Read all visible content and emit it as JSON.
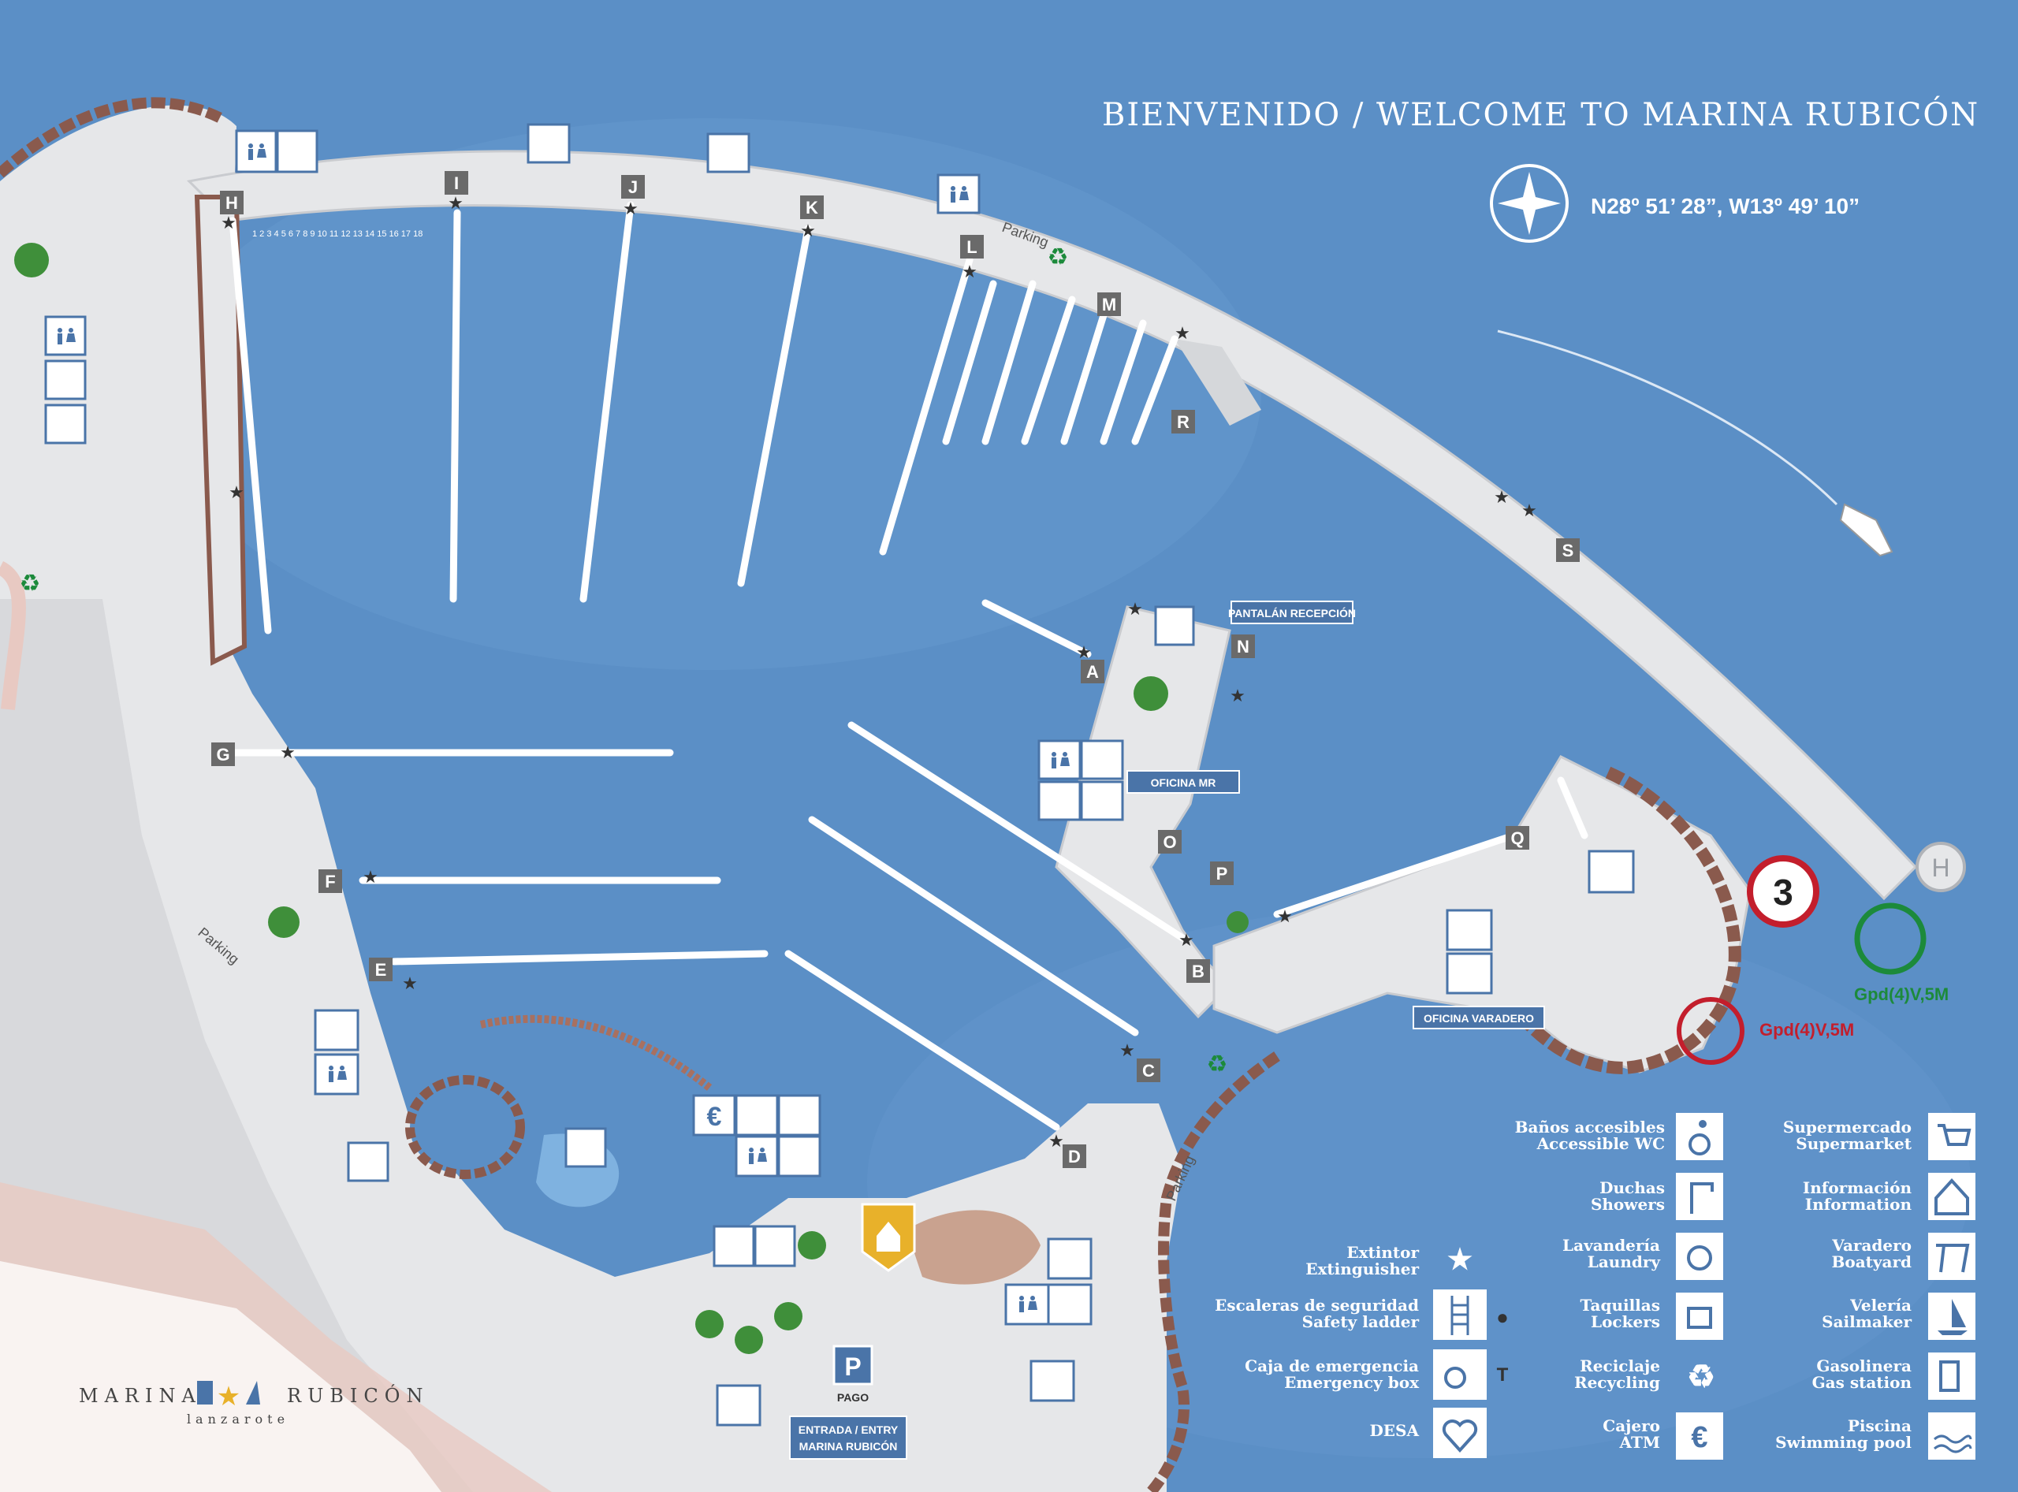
{
  "title": "BIENVENIDO / WELCOME TO MARINA RUBICÓN",
  "coordinates": "N28º 51’ 28”, W13º 49’ 10”",
  "colors": {
    "sea": "#5b8fc6",
    "sea_dark": "#4f83bd",
    "land": "#e6e7e9",
    "land_mid": "#d5d7da",
    "rock": "#8a5a4d",
    "sand": "#e8c9c2",
    "marker_bg": "#6a6a6a",
    "icon_blue": "#4a74a8",
    "red": "#c31e2c",
    "green": "#1c8a3b",
    "office": "#e8b12a"
  },
  "pier_letters": [
    "A",
    "B",
    "C",
    "D",
    "E",
    "F",
    "G",
    "H",
    "I",
    "J",
    "K",
    "L",
    "M",
    "N",
    "O",
    "P",
    "Q",
    "R",
    "S"
  ],
  "labels": {
    "parking": "Parking",
    "pantalan_recepcion": "PANTALÁN RECEPCIÓN",
    "oficina_mr": "OFICINA MR",
    "oficina_varadero": "OFICINA VARADERO",
    "pago": "PAGO",
    "entrada_line1": "ENTRADA / ENTRY",
    "entrada_line2": "MARINA RUBICÓN",
    "helipad": "H",
    "parking_sign": "P",
    "euro": "€"
  },
  "navigation": {
    "buoy_number": "3",
    "red_light": "Gpd(4)V,5M",
    "green_light": "Gpd(4)V,5M"
  },
  "logo": {
    "left": "MARINA",
    "right": "RUBICÓN",
    "sub": "lanzarote"
  },
  "legend": [
    {
      "line1": "Baños accesibles",
      "line2": "Accessible WC",
      "icon": "wheelchair-icon"
    },
    {
      "line1": "Supermercado",
      "line2": "Supermarket",
      "icon": "cart-icon"
    },
    {
      "line1": "Duchas",
      "line2": "Showers",
      "icon": "shower-icon"
    },
    {
      "line1": "Información",
      "line2": "Information",
      "icon": "info-house-icon"
    },
    {
      "line1": "Extintor",
      "line2": "Extinguisher",
      "icon": "star-icon"
    },
    {
      "line1": "Lavandería",
      "line2": "Laundry",
      "icon": "washing-machine-icon"
    },
    {
      "line1": "Varadero",
      "line2": "Boatyard",
      "icon": "travel-lift-icon"
    },
    {
      "line1": "Escaleras de seguridad",
      "line2": "Safety ladder",
      "icon": "ladder-icon"
    },
    {
      "line1": "Taquillas",
      "line2": "Lockers",
      "icon": "locker-icon"
    },
    {
      "line1": "Velería",
      "line2": "Sailmaker",
      "icon": "sailboat-icon"
    },
    {
      "line1": "Caja de emergencia",
      "line2": "Emergency box",
      "icon": "emergency-box-icon"
    },
    {
      "line1": "Reciclaje",
      "line2": "Recycling",
      "icon": "recycling-icon"
    },
    {
      "line1": "Gasolinera",
      "line2": "Gas station",
      "icon": "fuel-pump-icon"
    },
    {
      "line1": "DESA",
      "line2": "",
      "icon": "defibrillator-icon"
    },
    {
      "line1": "Cajero",
      "line2": "ATM",
      "icon": "euro-icon"
    },
    {
      "line1": "Piscina",
      "line2": "Swimming pool",
      "icon": "swimming-pool-icon"
    }
  ],
  "legend_marks": {
    "dot": "●",
    "T": "T"
  }
}
